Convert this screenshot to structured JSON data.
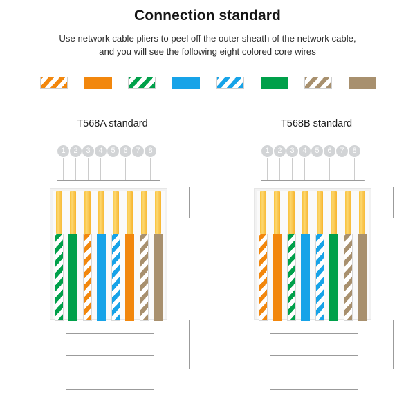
{
  "header": {
    "title": "Connection standard",
    "subtitle_line1": "Use network cable pliers to peel off the outer sheath of the network cable,",
    "subtitle_line2": "and you will see the following eight colored core wires"
  },
  "colors": {
    "orange": "#F2870D",
    "green": "#00A04A",
    "blue": "#17A3E8",
    "brown": "#A8906E",
    "white": "#FFFFFF",
    "gold_pin": "#F9C23C",
    "outline_gray": "#9B9B9B",
    "body_gray": "#F2F2F2",
    "pin_circle_gray": "#D2D4D6",
    "leader_gray": "#CCCCCC"
  },
  "legend": {
    "name": "eight colored core wires",
    "swatches": [
      {
        "label": "white/orange",
        "style": "striped",
        "color": "#F2870D"
      },
      {
        "label": "orange",
        "style": "solid",
        "color": "#F2870D"
      },
      {
        "label": "white/green",
        "style": "striped",
        "color": "#00A04A"
      },
      {
        "label": "blue",
        "style": "solid",
        "color": "#17A3E8"
      },
      {
        "label": "white/blue",
        "style": "striped",
        "color": "#17A3E8"
      },
      {
        "label": "green",
        "style": "solid",
        "color": "#00A04A"
      },
      {
        "label": "white/brown",
        "style": "striped",
        "color": "#A8906E"
      },
      {
        "label": "brown",
        "style": "solid",
        "color": "#A8906E"
      }
    ]
  },
  "pin_numbers": [
    "1",
    "2",
    "3",
    "4",
    "5",
    "6",
    "7",
    "8"
  ],
  "standards": [
    {
      "id": "t568a",
      "title": "T568A standard",
      "wires": [
        {
          "pin": "1",
          "label": "white/green",
          "style": "striped",
          "color": "#00A04A"
        },
        {
          "pin": "2",
          "label": "green",
          "style": "solid",
          "color": "#00A04A"
        },
        {
          "pin": "3",
          "label": "white/orange",
          "style": "striped",
          "color": "#F2870D"
        },
        {
          "pin": "4",
          "label": "blue",
          "style": "solid",
          "color": "#17A3E8"
        },
        {
          "pin": "5",
          "label": "white/blue",
          "style": "striped",
          "color": "#17A3E8"
        },
        {
          "pin": "6",
          "label": "orange",
          "style": "solid",
          "color": "#F2870D"
        },
        {
          "pin": "7",
          "label": "white/brown",
          "style": "striped",
          "color": "#A8906E"
        },
        {
          "pin": "8",
          "label": "brown",
          "style": "solid",
          "color": "#A8906E"
        }
      ]
    },
    {
      "id": "t568b",
      "title": "T568B standard",
      "wires": [
        {
          "pin": "1",
          "label": "white/orange",
          "style": "striped",
          "color": "#F2870D"
        },
        {
          "pin": "2",
          "label": "orange",
          "style": "solid",
          "color": "#F2870D"
        },
        {
          "pin": "3",
          "label": "white/green",
          "style": "striped",
          "color": "#00A04A"
        },
        {
          "pin": "4",
          "label": "blue",
          "style": "solid",
          "color": "#17A3E8"
        },
        {
          "pin": "5",
          "label": "white/blue",
          "style": "striped",
          "color": "#17A3E8"
        },
        {
          "pin": "6",
          "label": "green",
          "style": "solid",
          "color": "#00A04A"
        },
        {
          "pin": "7",
          "label": "white/brown",
          "style": "striped",
          "color": "#A8906E"
        },
        {
          "pin": "8",
          "label": "brown",
          "style": "solid",
          "color": "#A8906E"
        }
      ]
    }
  ]
}
